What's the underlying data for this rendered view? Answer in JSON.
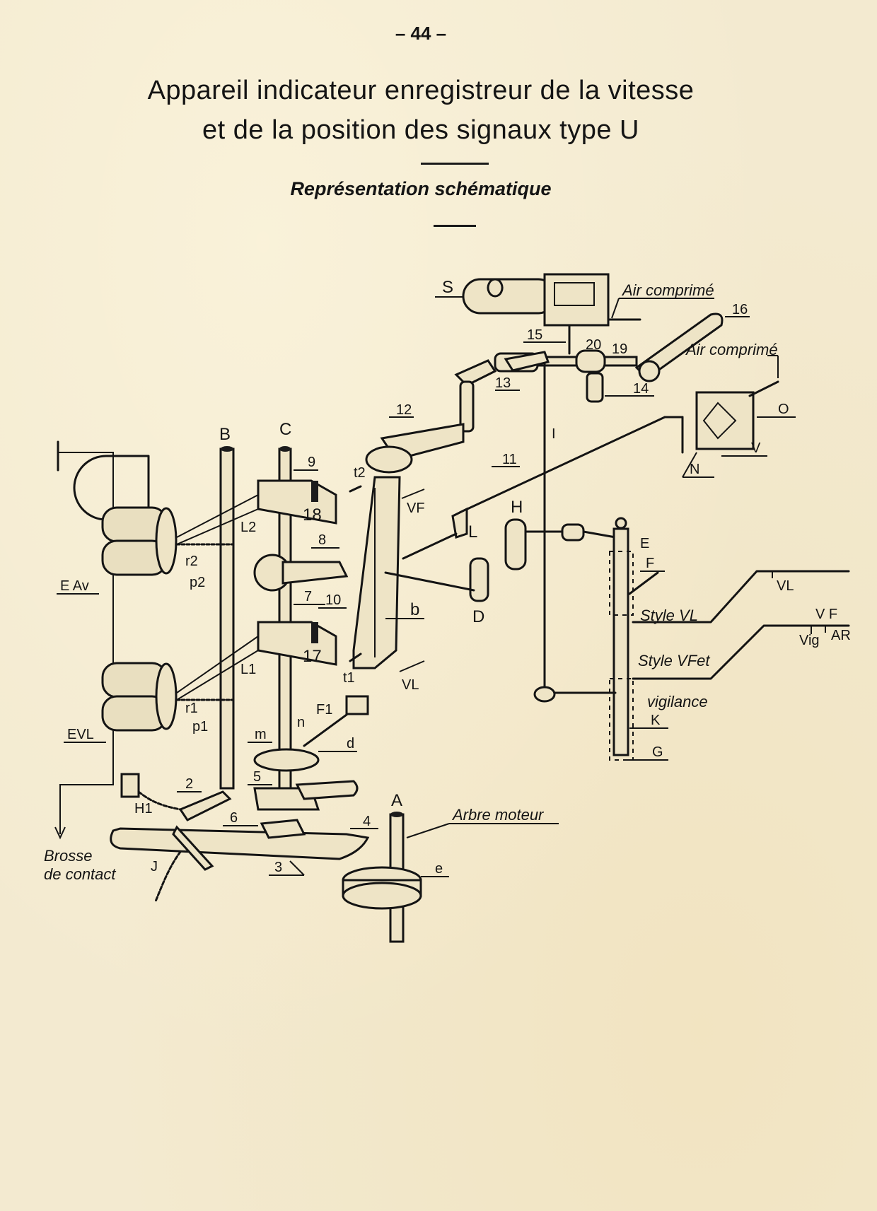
{
  "page": {
    "number": "– 44 –",
    "title_line1": "Appareil indicateur enregistreur de la vitesse",
    "title_line2": "et de la position des signaux type U",
    "subtitle": "Représentation schématique",
    "colors": {
      "paper": "#f3ead0",
      "ink": "#141414"
    }
  },
  "diagram": {
    "labels": {
      "S": "S",
      "air_comprime_1": "Air comprimé",
      "air_comprime_2": "Air comprimé",
      "n15": "15",
      "n16": "16",
      "n20": "20",
      "n19": "19",
      "n13": "13",
      "n14": "14",
      "O": "O",
      "V": "V",
      "N": "N",
      "I": "I",
      "n12": "12",
      "n11": "11",
      "B": "B",
      "C": "C",
      "n9": "9",
      "n18": "18",
      "t2": "t2",
      "VF_arrow": "VF",
      "L2": "L2",
      "n8": "8",
      "r2": "r2",
      "p2": "p2",
      "L": "L",
      "H": "H",
      "E": "E",
      "F": "F",
      "EAv": "E Av",
      "n7": "7",
      "D": "D",
      "b": "b",
      "n10": "10",
      "n17": "17",
      "L1": "L1",
      "t1": "t1",
      "VL_arrow": "VL",
      "r1": "r1",
      "p1": "p1",
      "EVL": "EVL",
      "F1": "F1",
      "n": "n",
      "m": "m",
      "d": "d",
      "style_vl": "Style VL",
      "style_vfet": "Style VFet",
      "vigilance": "vigilance",
      "K": "K",
      "G": "G",
      "chart_VL": "VL",
      "chart_VF": "V F",
      "chart_vig": "Vig",
      "chart_AR": "AR",
      "n2": "2",
      "H1": "H1",
      "n5": "5",
      "n6": "6",
      "n4": "4",
      "A": "A",
      "arbre_moteur": "Arbre moteur",
      "J": "J",
      "n3": "3",
      "e": "e",
      "brosse_1": "Brosse",
      "brosse_2": "de contact"
    }
  }
}
